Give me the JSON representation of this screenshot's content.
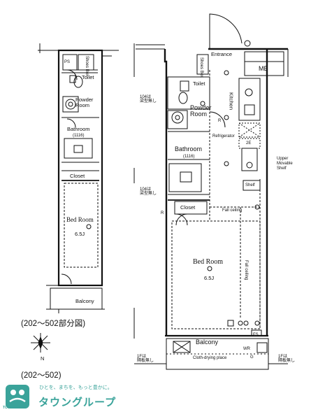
{
  "plan": {
    "left_rooms": {
      "ps": "PS",
      "shoes_box": "Shoes Box",
      "toilet": "Toilet",
      "powder_room": "Powder Room",
      "bathroom": "Bathroom",
      "bathroom_size": "(1116)",
      "closet": "Closet",
      "bed_room": "Bed Room",
      "bed_size": "6.5J",
      "balcony": "Balcony"
    },
    "right_rooms": {
      "entrance": "Entrance",
      "mb": "MB",
      "shoes_box": "Shoes Box",
      "toilet": "Toilet",
      "kitchen": "Kitchen",
      "powder_room": "Powder Room",
      "refrigerator": "Refrigerator",
      "bathroom": "Bathroom",
      "bathroom_size": "(1116)",
      "upper_shelf": "Upper Movable Shelf",
      "shelf": "Shelf",
      "closet": "Closet",
      "fall_ceiling_h": "Fall ceiling",
      "fall_ceiling_v": "Fall ceiling",
      "bed_room": "Bed Room",
      "bed_size": "6.5J",
      "balcony": "Balcony",
      "drying": "Cloth-drying place",
      "r_mark": "R",
      "r_mark2": "R",
      "two_e": "2E",
      "one_f_left": "1Fは\n隔板無し",
      "one_f_right": "1Fは\n隔板無し",
      "note_104_a": "104は\n梁型無し",
      "note_104_b": "104は\n梁型無し",
      "wr": "WR",
      "fs": "FS",
      "g": "G"
    },
    "caption_partial": "(202～502部分図)",
    "caption_floor": "(202～502)",
    "compass_n": "N"
  },
  "brand": {
    "tagline": "ひとを、まちを、もっと豊かに。",
    "name": "タウングループ",
    "logo_text": "TOWN GROUP"
  }
}
